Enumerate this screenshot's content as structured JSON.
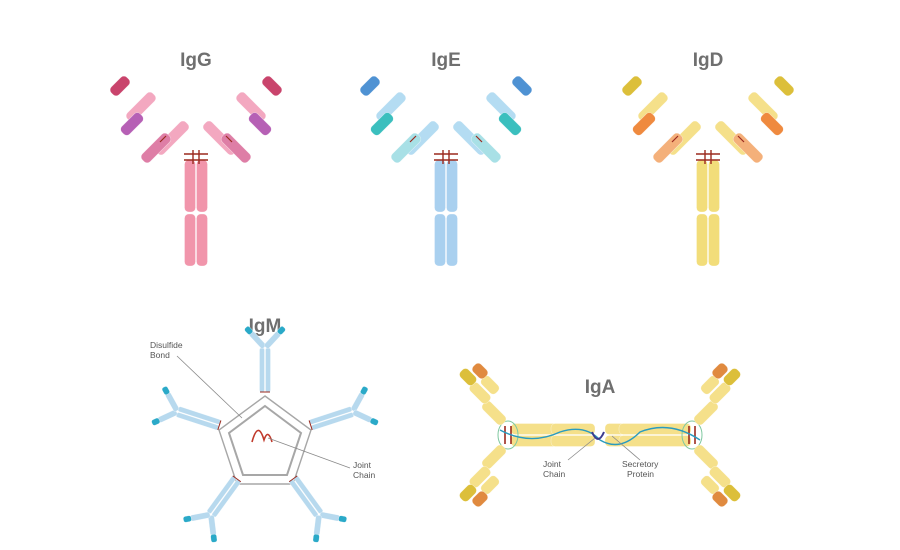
{
  "antibodies": {
    "igg": {
      "title": "IgG",
      "colors": {
        "stem": "#f195ab",
        "arm_inner": "#f3a8c0",
        "arm_outer": "#de7ea6",
        "tip_a": "#c9446c",
        "tip_b": "#b660b5"
      }
    },
    "ige": {
      "title": "IgE",
      "colors": {
        "stem": "#a9d0ef",
        "arm_inner": "#b4dcf2",
        "arm_outer": "#a8e0e6",
        "tip_a": "#4f92d3",
        "tip_b": "#3bbfbe"
      }
    },
    "igd": {
      "title": "IgD",
      "colors": {
        "stem": "#f2dd7a",
        "arm_inner": "#f5e08a",
        "arm_outer": "#f4b07a",
        "tip_a": "#dcbf3a",
        "tip_b": "#ef8a3f"
      }
    },
    "igm": {
      "title": "IgM",
      "labels": {
        "disulfide": [
          "Disulfide",
          "Bond"
        ],
        "joint": [
          "Joint",
          "Chain"
        ]
      },
      "colors": {
        "body": "#b7d9ee",
        "tip": "#2aa9c8",
        "frame": "#a7a7a7",
        "joint": "#c0392b"
      }
    },
    "iga": {
      "title": "IgA",
      "labels": {
        "joint": [
          "Joint",
          "Chain"
        ],
        "secretory": [
          "Secretory",
          "Protein"
        ]
      },
      "colors": {
        "stem": "#f5e08a",
        "tip_a": "#e08a3f",
        "tip_b": "#dcbf3a",
        "secretory": "#2a9bbf",
        "joint": "#3b3b8f"
      }
    }
  },
  "bond_color": "#9b2a1f"
}
